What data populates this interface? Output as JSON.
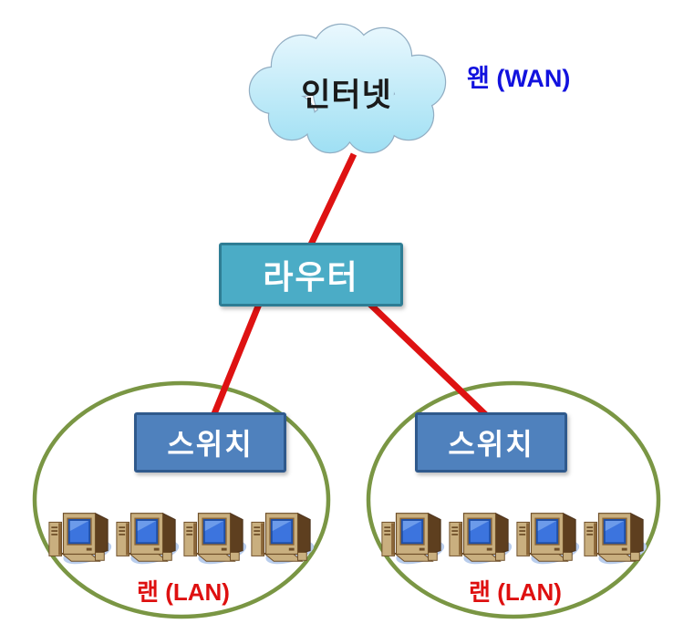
{
  "diagram": {
    "internet": {
      "label": "인터넷"
    },
    "wan": {
      "label": "왠 (WAN)"
    },
    "router": {
      "label": "라우터"
    },
    "lans": [
      {
        "switch_label": "스위치",
        "lan_label": "랜 (LAN)",
        "computers": 4
      },
      {
        "switch_label": "스위치",
        "lan_label": "랜 (LAN)",
        "computers": 4
      }
    ],
    "connections": [
      {
        "from": "internet",
        "to": "router"
      },
      {
        "from": "router",
        "to": "switch-left"
      },
      {
        "from": "router",
        "to": "switch-right"
      }
    ]
  },
  "colors": {
    "cloud_fill_top": "#EAF8FE",
    "cloud_fill_bottom": "#9DDFF3",
    "cloud_border": "#92AEC3",
    "router_fill": "#4BACC6",
    "router_border": "#2E7D94",
    "switch_fill": "#4F81BD",
    "switch_border": "#2F598C",
    "ellipse_stroke": "#7A9644",
    "link_red": "#DE1212",
    "wan_text": "#1212DE",
    "lan_text": "#DE1010",
    "internet_text": "#1A1A1A",
    "box_text": "#FFFFFF"
  }
}
